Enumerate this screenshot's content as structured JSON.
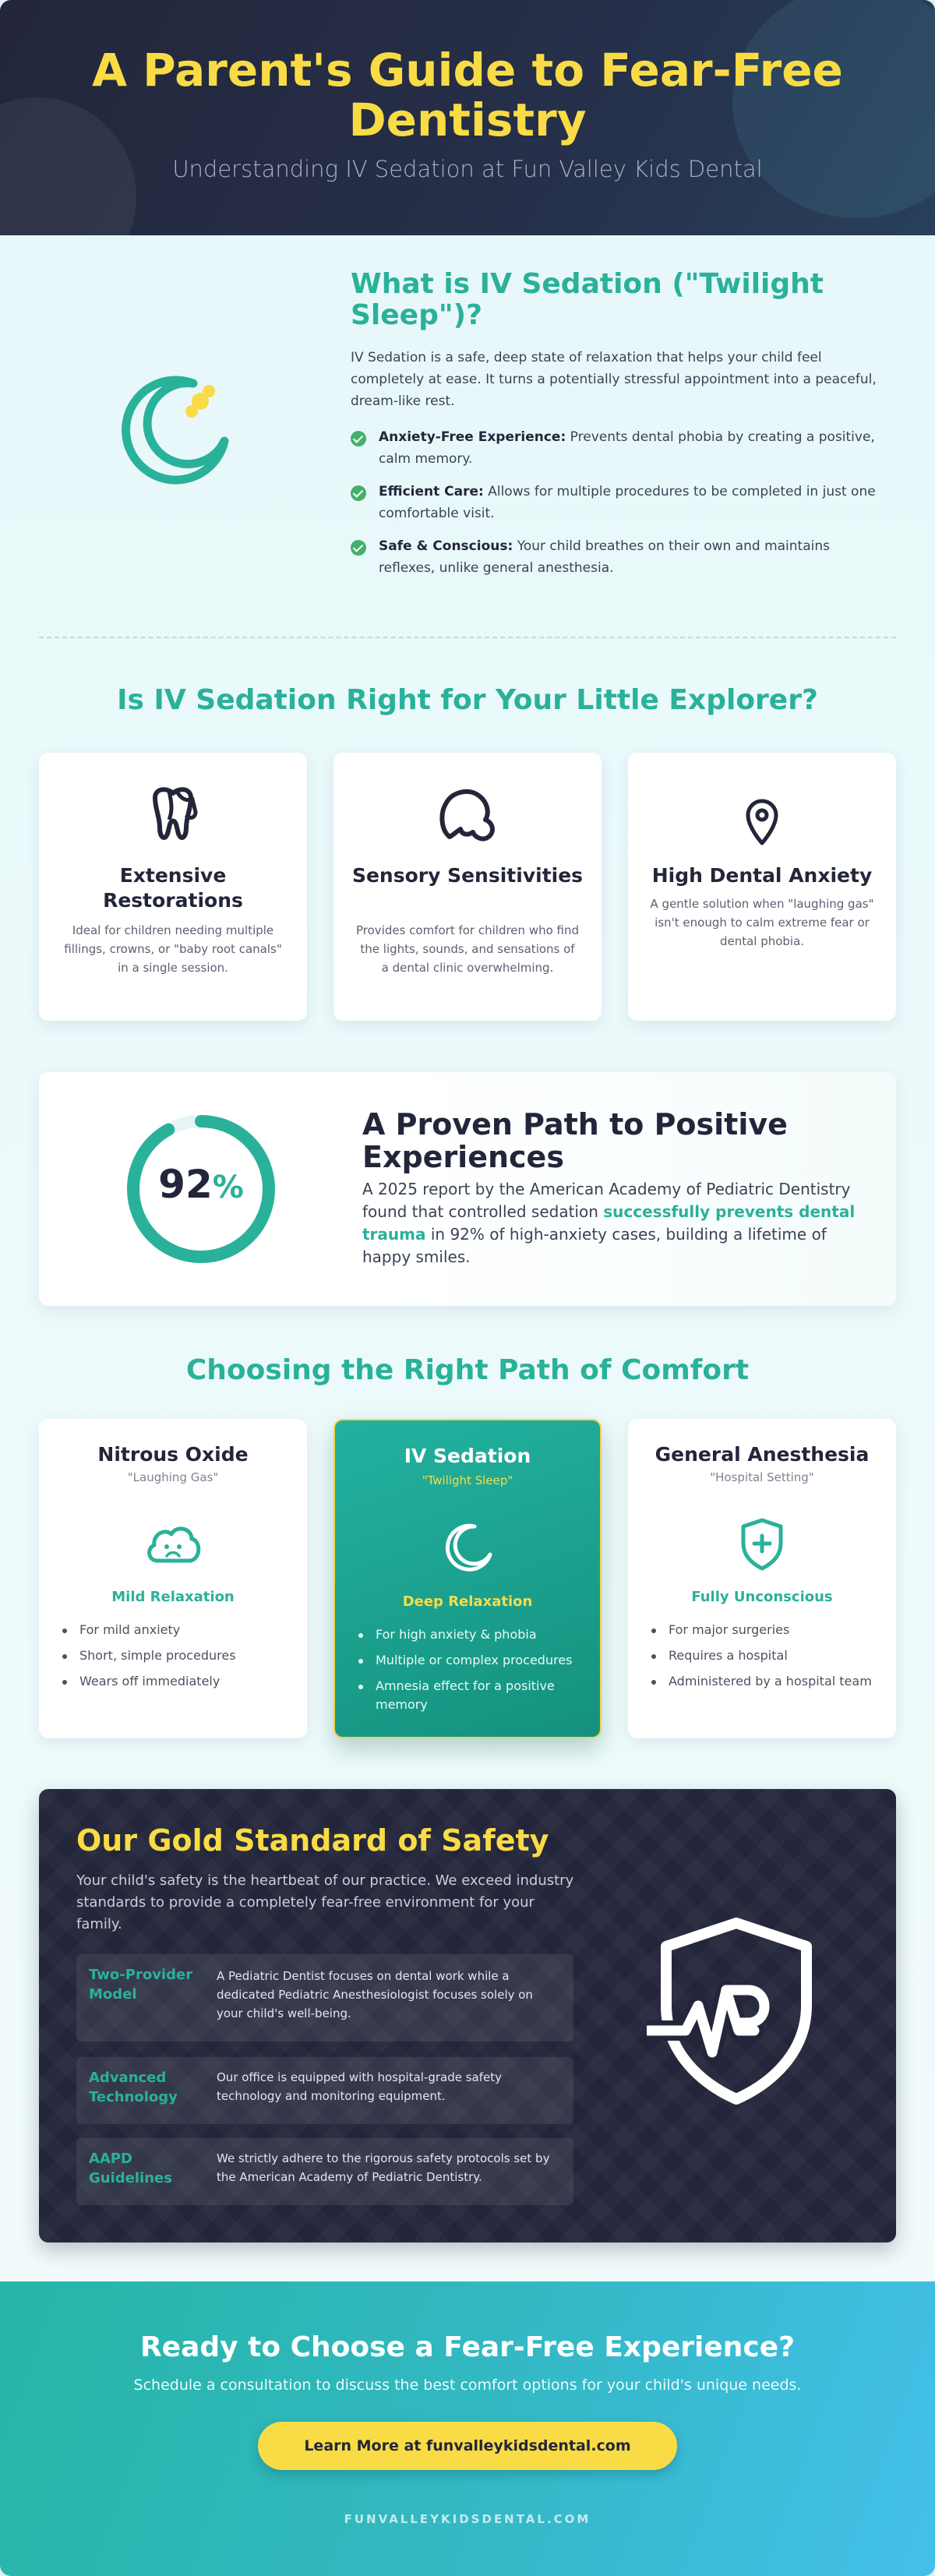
{
  "colors": {
    "navy": "#23263a",
    "teal": "#2ab19a",
    "yellow": "#f9dc45",
    "check_green": "#45b06a"
  },
  "header": {
    "title": "A Parent's Guide to Fear-Free Dentistry",
    "subtitle": "Understanding IV Sedation at Fun Valley Kids Dental"
  },
  "what": {
    "icon": "moon-stars-icon",
    "heading": "What is IV Sedation (\"Twilight Sleep\")?",
    "intro": "IV Sedation is a safe, deep state of relaxation that helps your child feel completely at ease. It turns a potentially stressful appointment into a peaceful, dream-like rest.",
    "points": [
      {
        "title": "Anxiety-Free Experience:",
        "text": " Prevents dental phobia by creating a positive, calm memory."
      },
      {
        "title": "Efficient Care:",
        "text": " Allows for multiple procedures to be completed in just one comfortable visit."
      },
      {
        "title": "Safe & Conscious:",
        "text": " Your child breathes on their own and maintains reflexes, unlike general anesthesia."
      }
    ]
  },
  "right_for": {
    "heading": "Is IV Sedation Right for Your Little Explorer?",
    "cards": [
      {
        "icon": "tooth-icon",
        "title": "Extensive Restorations",
        "text": "Ideal for children needing multiple fillings, crowns, or \"baby root canals\" in a single session."
      },
      {
        "icon": "brain-icon",
        "title": "Sensory Sensitivities",
        "text": "Provides comfort for children who find the lights, sounds, and sensations of a dental clinic overwhelming."
      },
      {
        "icon": "map-pin-icon",
        "title": "High Dental Anxiety",
        "text": "A gentle solution when \"laughing gas\" isn't enough to calm extreme fear or dental phobia."
      }
    ]
  },
  "stat": {
    "value": "92",
    "unit": "%",
    "progress_fraction": 0.92,
    "heading": "A Proven Path to Positive Experiences",
    "text_before": "A 2025 report by the American Academy of Pediatric Dentistry found that controlled sedation ",
    "highlight": "successfully prevents dental trauma",
    "text_after": " in 92% of high-anxiety cases, building a lifetime of happy smiles."
  },
  "comparison": {
    "heading": "Choosing the Right Path of Comfort",
    "options": [
      {
        "icon": "cloud-face-icon",
        "title": "Nitrous Oxide",
        "tag": "\"Laughing Gas\"",
        "level": "Mild Relaxation",
        "items": [
          "For mild anxiety",
          "Short, simple procedures",
          "Wears off immediately"
        ]
      },
      {
        "icon": "moon-icon",
        "title": "IV Sedation",
        "tag": "\"Twilight Sleep\"",
        "level": "Deep Relaxation",
        "items": [
          "For high anxiety & phobia",
          "Multiple or complex procedures",
          "Amnesia effect for a positive memory"
        ]
      },
      {
        "icon": "shield-plus-icon",
        "title": "General Anesthesia",
        "tag": "\"Hospital Setting\"",
        "level": "Fully Unconscious",
        "items": [
          "For major surgeries",
          "Requires a hospital",
          "Administered by a hospital team"
        ]
      }
    ]
  },
  "safety": {
    "heading": "Our Gold Standard of Safety",
    "lead": "Your child's safety is the heartbeat of our practice. We exceed industry standards to provide a completely fear-free environment for your family.",
    "icon": "shield-heartbeat-icon",
    "rows": [
      {
        "key": "Two-Provider Model",
        "value": "A Pediatric Dentist focuses on dental work while a dedicated Pediatric Anesthesiologist focuses solely on your child's well-being."
      },
      {
        "key": "Advanced Technology",
        "value": "Our office is equipped with hospital-grade safety technology and monitoring equipment."
      },
      {
        "key": "AAPD Guidelines",
        "value": "We strictly adhere to the rigorous safety protocols set by the American Academy of Pediatric Dentistry."
      }
    ]
  },
  "cta": {
    "heading": "Ready to Choose a Fear-Free Experience?",
    "text": "Schedule a consultation to discuss the best comfort options for your child's unique needs.",
    "button": "Learn More at funvalleykidsdental.com",
    "footer_url": "FUNVALLEYKIDSDENTAL.COM"
  }
}
